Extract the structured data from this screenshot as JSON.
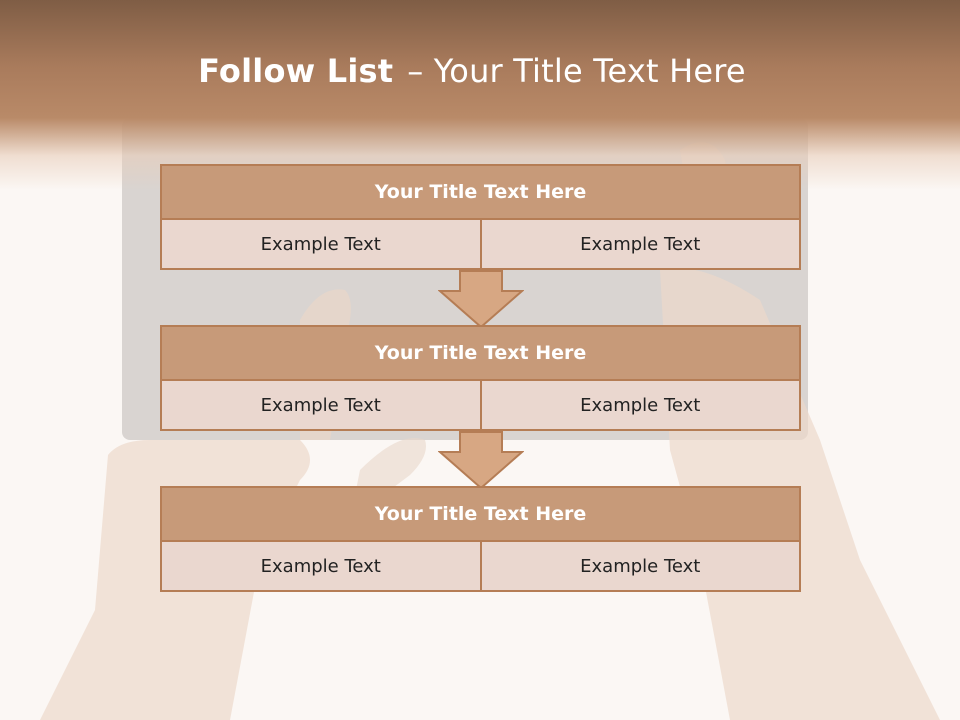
{
  "slide": {
    "title_bold": "Follow List",
    "title_rest": "– Your Title Text Here"
  },
  "blocks": [
    {
      "title": "Your Title Text Here",
      "cells": [
        "Example Text",
        "Example Text"
      ]
    },
    {
      "title": "Your Title Text Here",
      "cells": [
        "Example Text",
        "Example Text"
      ]
    },
    {
      "title": "Your Title Text Here",
      "cells": [
        "Example Text",
        "Example Text"
      ]
    }
  ],
  "colors": {
    "header": "#a97b5c",
    "block_title_fill": "#c79a79",
    "cell_fill": "#ead7cf",
    "border": "#b57d55",
    "arrow_fill": "#d7a783"
  }
}
